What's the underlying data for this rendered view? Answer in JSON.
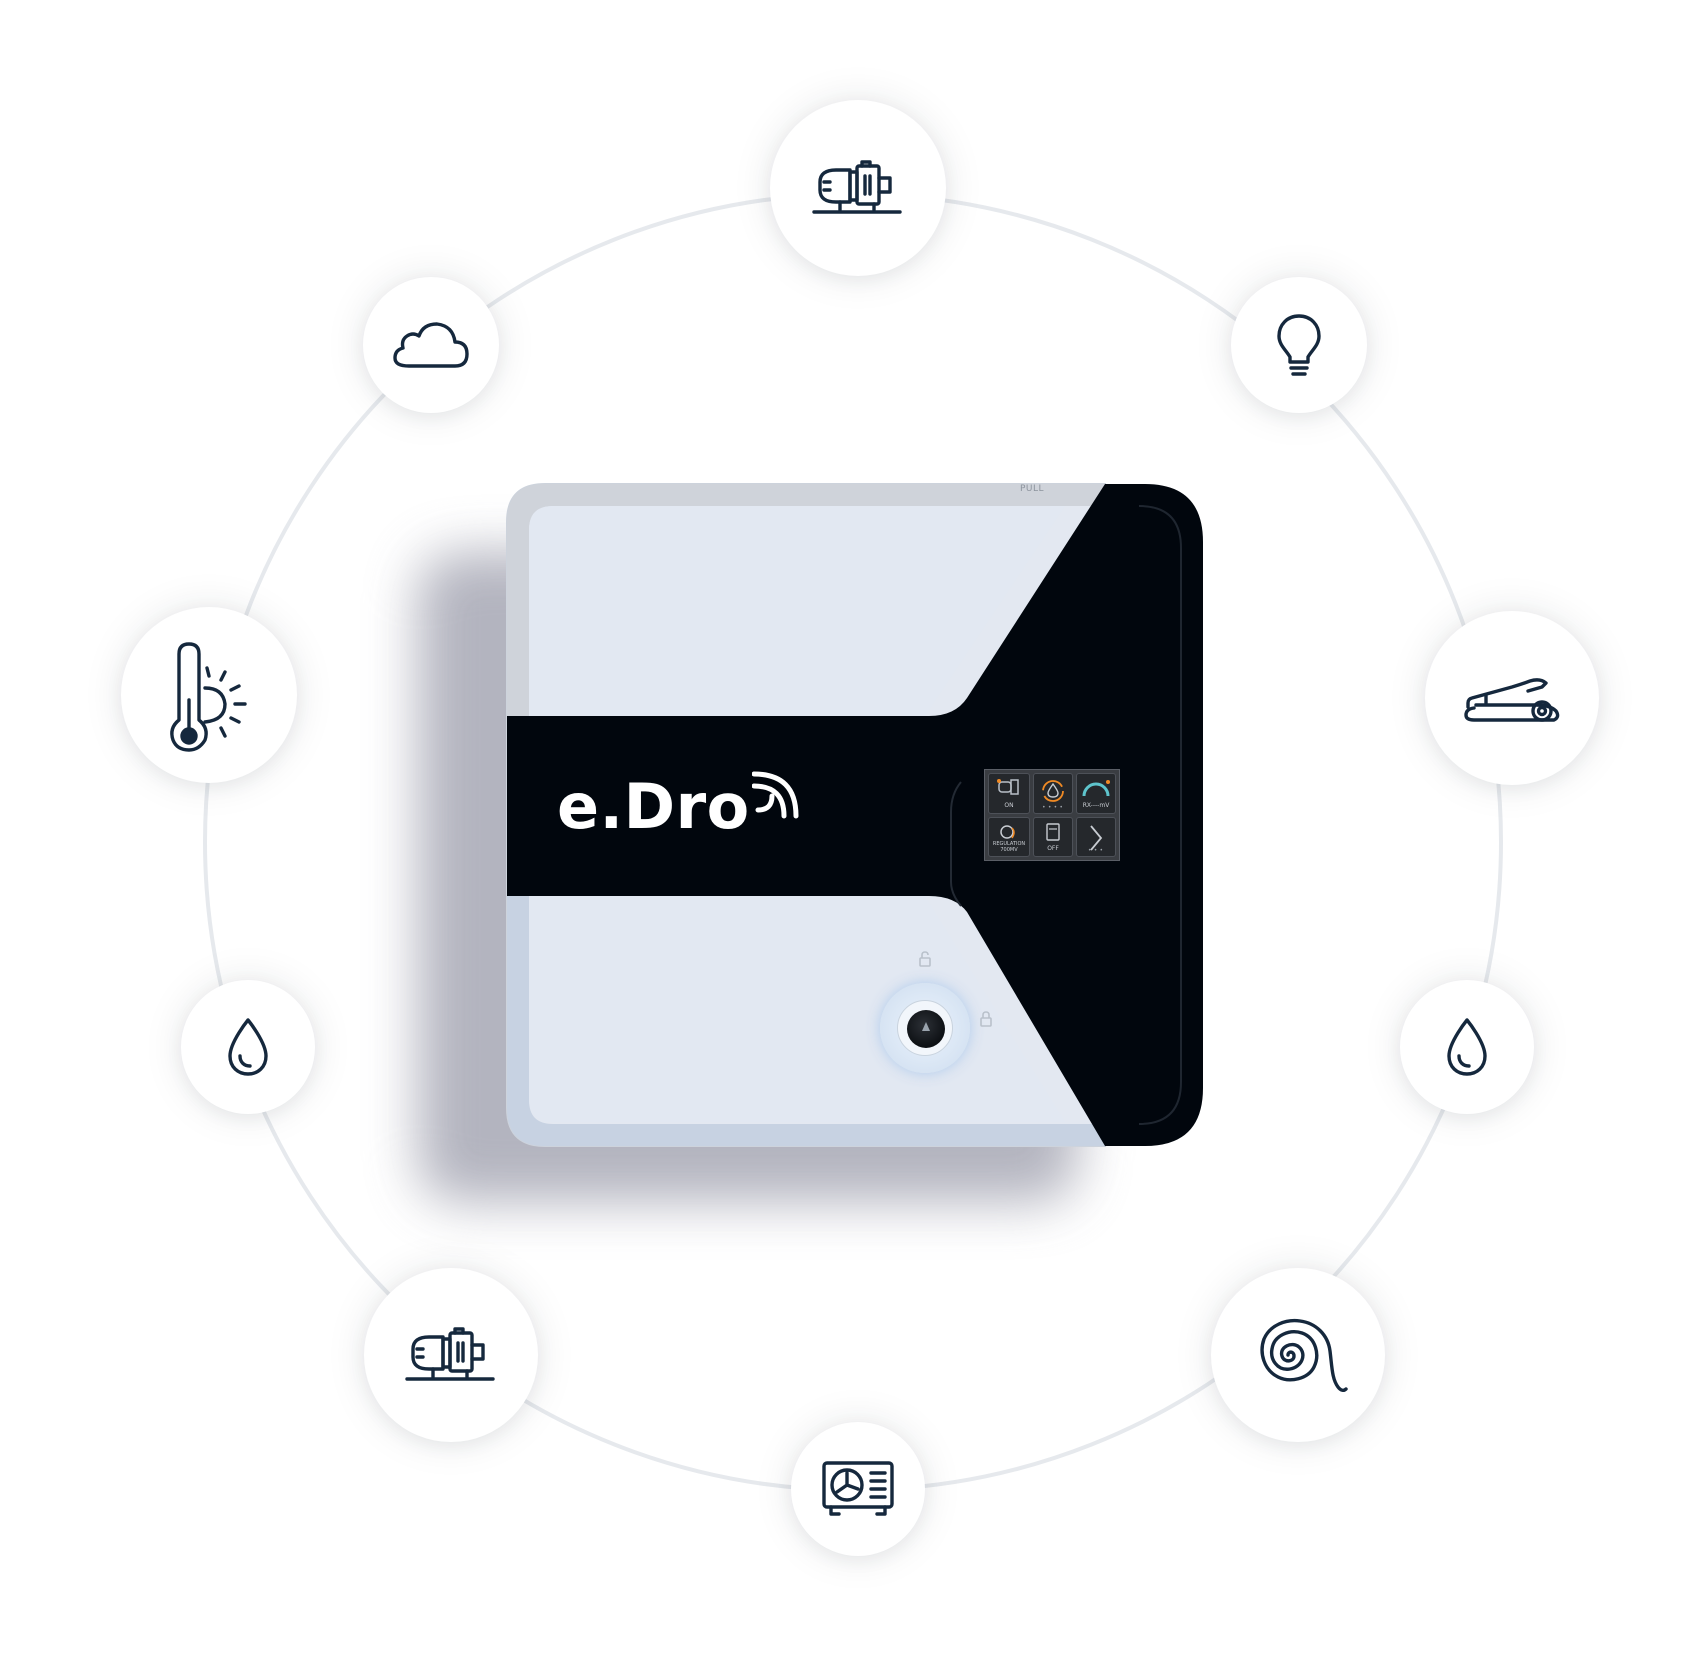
{
  "device": {
    "brand_text": "e.Dro",
    "pull_label": "PULL",
    "screen_tiles": [
      {
        "label": "ON",
        "icon": "pump-icon"
      },
      {
        "label": "• • • •",
        "icon": "drop-refresh-icon"
      },
      {
        "label": "RX----mV",
        "icon": "gauge-icon"
      },
      {
        "label": "REGULATION 700MV",
        "icon": "regulation-icon"
      },
      {
        "label": "OFF",
        "icon": "box-icon"
      },
      {
        "label": "",
        "icon": "chevron-right-icon"
      }
    ]
  },
  "features": [
    {
      "icon": "pump-icon"
    },
    {
      "icon": "lightbulb-icon"
    },
    {
      "icon": "pool-robot-icon"
    },
    {
      "icon": "water-drop-icon"
    },
    {
      "icon": "spiral-heater-icon"
    },
    {
      "icon": "heat-pump-icon"
    },
    {
      "icon": "pump-icon"
    },
    {
      "icon": "water-drop-icon"
    },
    {
      "icon": "thermometer-sun-icon"
    },
    {
      "icon": "cloud-icon"
    }
  ],
  "colors": {
    "icon_stroke": "#15283d",
    "device_black": "#01060d",
    "device_panel": "#e2e8f2",
    "ring": "#e6e9ed",
    "screen_accent_orange": "#f08a24",
    "screen_accent_teal": "#5ec4cc"
  }
}
